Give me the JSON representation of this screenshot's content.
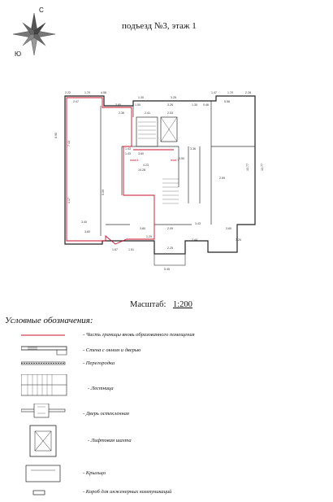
{
  "header": {
    "title": "подъезд №3, этаж 1"
  },
  "compass": {
    "north_label": "С",
    "south_label": "Ю",
    "icon": "compass-rose-icon"
  },
  "plan": {
    "room_labels": [
      "пом.6",
      "пом.7"
    ],
    "dimensions_top": [
      "2.22",
      "1.70",
      "4.56",
      "1.30",
      "3.26",
      "1.47",
      "1.70",
      "2.28"
    ],
    "dimensions_inner": [
      "2.47",
      "3.80",
      "2.36",
      "1.50",
      "3.26",
      "1.30",
      "0.46",
      "2.53",
      "5.58",
      "3.36"
    ],
    "dimensions_side": [
      "6.90",
      "7.43",
      "5.39",
      "4.17",
      "13.77",
      "13.77"
    ],
    "dimensions_middle": [
      "2.41",
      "3.60",
      "1.43",
      "1.43",
      "4.23",
      "0.50",
      "14.28",
      "2.59"
    ],
    "dimensions_bottom": [
      "3.40",
      "3.60",
      "1.67",
      "1.51",
      "3.80",
      "2.09",
      "1.29",
      "2.25",
      "2.44",
      "3.60",
      "3.20",
      "5.45",
      "3.43"
    ],
    "colors": {
      "boundary": "#c8102e",
      "wall": "#222222",
      "dimension": "#444444"
    }
  },
  "scale": {
    "label": "Масштаб:",
    "value": "1:200"
  },
  "legend": {
    "title": "Условные обозначения:",
    "items": [
      {
        "icon": "boundary-line-icon",
        "label": "- Часть границы вновь образованного помещения"
      },
      {
        "icon": "wall-window-door-icon",
        "label": "- Стена с окном и дверью"
      },
      {
        "icon": "partition-icon",
        "label": "- Перегородка"
      },
      {
        "icon": "stairs-icon",
        "label": "- Лестница"
      },
      {
        "icon": "glazed-door-icon",
        "label": "- Дверь остекленная"
      },
      {
        "icon": "elevator-shaft-icon",
        "label": "- Лифтовая шахта"
      },
      {
        "icon": "porch-icon",
        "label": "- Крыльцо"
      },
      {
        "icon": "utility-duct-icon",
        "label": "- Короб для инженерных коммуникаций"
      }
    ]
  }
}
